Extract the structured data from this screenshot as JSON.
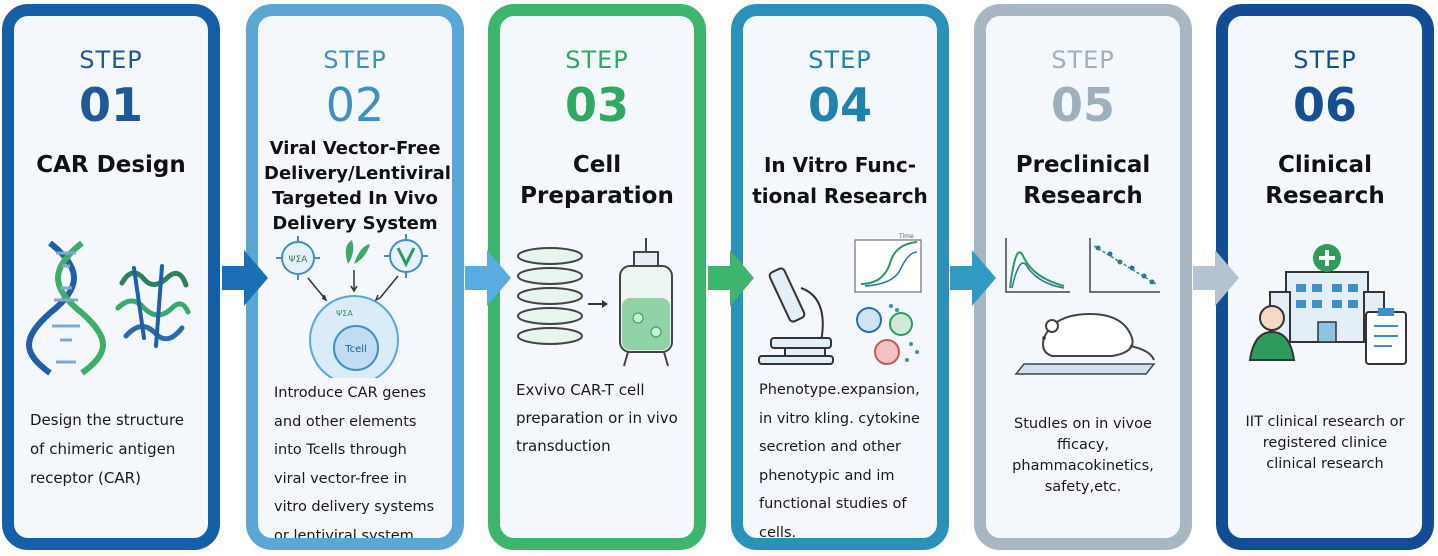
{
  "steps": [
    {
      "label": "STEP",
      "number": "01",
      "title": "CAR Design",
      "description": "Design the structure of chimeric antigen receptor (CAR)",
      "icon": "dna-protein-icon",
      "color": "#145fa8"
    },
    {
      "label": "STEP",
      "number": "02",
      "title": "Viral Vector-Free Delivery/Lentiviral Targeted In Vivo Delivery System",
      "description": "Introduce CAR genes and other elements into Tcells through viral vector-free in vitro delivery systems or lentiviral system",
      "icon": "virus-tcell-icon",
      "color": "#5aa7d6",
      "illustration_labels": {
        "vector_left": "ΨΣΑ",
        "cell_center": "Tcell",
        "cell_top": "ΨΣΑ"
      }
    },
    {
      "label": "STEP",
      "number": "03",
      "title": "Cell Preparation",
      "description": "Exvivo CAR-T cell preparation or in vivo transduction",
      "icon": "bioreactor-icon",
      "color": "#3db56e"
    },
    {
      "label": "STEP",
      "number": "04",
      "title": "In Vitro Func-tional Research",
      "description": "Phenotype.expansion, in vitro kling. cytokine secretion and other phenotypic and im functional studies of cells.",
      "icon": "microscope-icon",
      "color": "#2c91b8",
      "illustration_labels": {
        "chart_axis": "Time"
      }
    },
    {
      "label": "STEP",
      "number": "05",
      "title": "Preclinical Research",
      "description": "Studles on in vivoe fficacy, phammacokinetics, safety,etc.",
      "icon": "mouse-chart-icon",
      "color": "#a8b6c2"
    },
    {
      "label": "STEP",
      "number": "06",
      "title": "Clinical Research",
      "description": "IIT clinical research or registered clinice clinical research",
      "icon": "hospital-icon",
      "color": "#124c94"
    }
  ],
  "arrows": [
    "#1c6fb6",
    "#58ace0",
    "#3db56e",
    "#2f9bc4",
    "#b4c3cf"
  ]
}
